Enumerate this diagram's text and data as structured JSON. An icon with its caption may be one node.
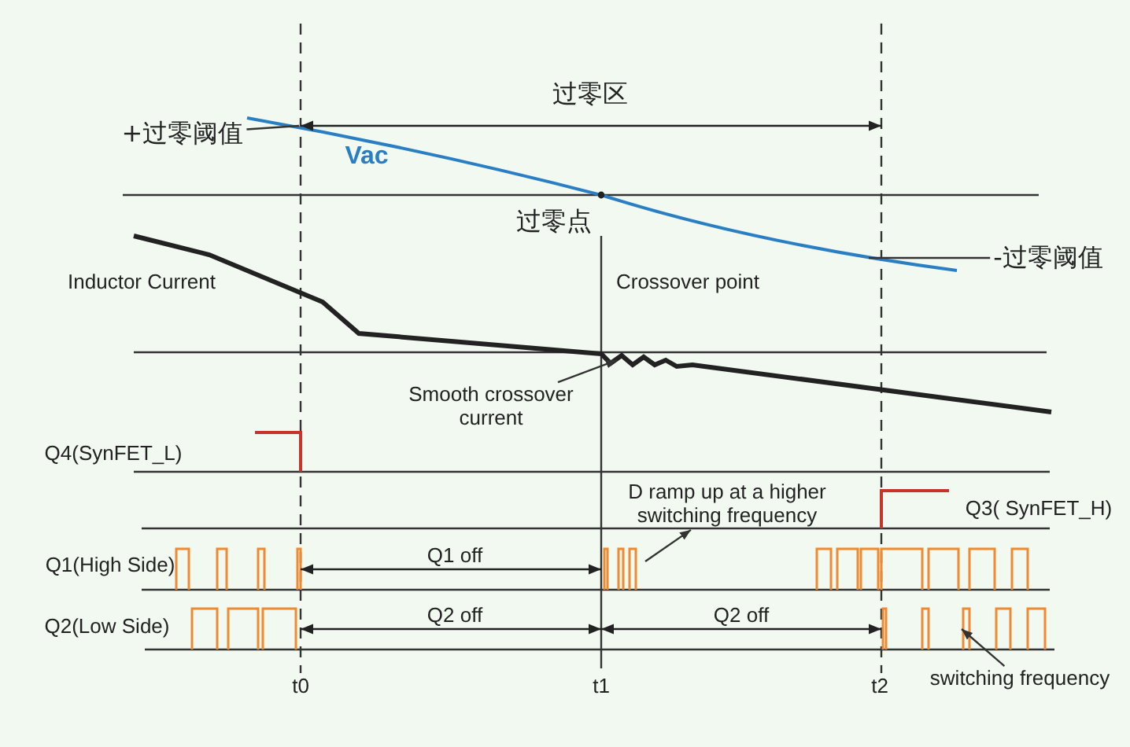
{
  "diagram": {
    "nodes": [
      {
        "text": [
          "+过零阈值"
        ]
      },
      {
        "text": [
          "-过零阈值"
        ]
      },
      {
        "text": [
          "Smooth crossover current"
        ]
      },
      {
        "text": [
          "D ramp up at a higher switching frequency"
        ]
      },
      {
        "text": [
          "switching frequency"
        ]
      }
    ],
    "edges": [
      {
        "from": 0,
        "to": null,
        "arrow": "none"
      },
      {
        "from": 1,
        "to": null,
        "arrow": "none"
      },
      {
        "from": 2,
        "to": null,
        "arrow": "to"
      },
      {
        "from": null,
        "to": 3,
        "arrow": "to"
      },
      {
        "from": 4,
        "to": null,
        "arrow": "to"
      }
    ],
    "labels": [
      "过零区",
      "Vac",
      "过零点",
      "Inductor Current",
      "Crossover point",
      "Q4(SynFET_L)",
      "Q3( SynFET_H)",
      "Q1(High Side)",
      "Q1 off",
      "Q2(Low Side)",
      "Q2 off",
      "Q2 off",
      "t0",
      "t1",
      "t2"
    ]
  }
}
